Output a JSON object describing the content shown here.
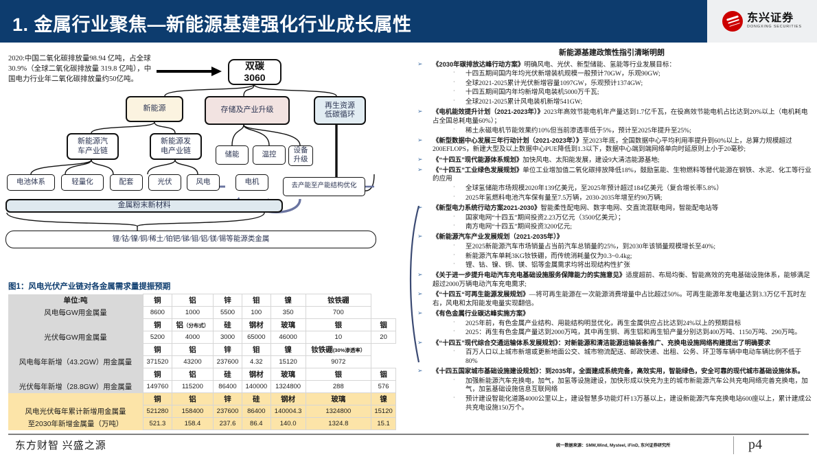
{
  "header": {
    "title": "1. 金属行业聚焦—新能源基建强化行业成长属性",
    "logo_cn": "东兴证券",
    "logo_en": "DONGXING SECURITIES"
  },
  "left": {
    "intro": "2020:中国二氧化碳排放量98.94 亿吨，占全球30.9%（全球二氧化碳排放量 319.8 亿吨），中国电力行业年二氧化碳排放量约50亿吨。",
    "diagram": {
      "root": "双碳\n3060",
      "root_line1": "双碳",
      "root_line2": "3060",
      "n_new_energy": "新能源",
      "n_storage": "存储及产业升级",
      "n_recycle": "再生资源\n低碳循环",
      "n_recycle_l1": "再生资源",
      "n_recycle_l2": "低碳循环",
      "n_ev_chain_l1": "新能源汽",
      "n_ev_chain_l2": "车产业链",
      "n_power_chain_l1": "新能源发",
      "n_power_chain_l2": "电产业链",
      "n_battery": "电池体系",
      "n_light": "轻量化",
      "n_support": "配套",
      "n_pv": "光伏",
      "n_wind": "风电",
      "n_motor": "电机",
      "n_estore": "储能",
      "n_temp": "温控",
      "n_equip_l1": "设备",
      "n_equip_l2": "升级",
      "n_capacity": "去产能至产能结构优化",
      "n_powder": "金属粉末新材料",
      "n_metals": "锂/钴/镍/铜/稀土/铂钯/锑/钼/铝/镁/锡等能源类金属"
    }
  },
  "table": {
    "caption": "图1：风电光伏产业链对各金属需求量提振预期",
    "rows": [
      {
        "kind": "hdr",
        "label": "单位:吨",
        "cells": [
          "铜",
          "铝",
          "锌",
          "钼",
          "镍",
          "钕铁硼",
          ""
        ]
      },
      {
        "kind": "val",
        "label": "风电每GW用金属量",
        "cells": [
          "8600",
          "1000",
          "5500",
          "100",
          "350",
          "700",
          ""
        ]
      },
      {
        "kind": "hdr",
        "label": "",
        "cells": [
          "铜",
          "铝（分布式）",
          "硅",
          "钢材",
          "玻璃",
          "银",
          "铟"
        ]
      },
      {
        "kind": "val",
        "label": "光伏每GW用金属量",
        "cells": [
          "5200",
          "4000",
          "3000",
          "65000",
          "46000",
          "10",
          "20"
        ]
      },
      {
        "kind": "hdr",
        "label": "",
        "cells": [
          "铜",
          "铝",
          "锌",
          "钼",
          "镍",
          "钕铁硼(30%渗透率）",
          ""
        ]
      },
      {
        "kind": "val",
        "label": "风电每年新增（43.2GW）用金属量",
        "cells": [
          "371520",
          "43200",
          "237600",
          "4.32",
          "15120",
          "9072",
          ""
        ]
      },
      {
        "kind": "hdr",
        "label": "",
        "cells": [
          "铜",
          "铝",
          "硅",
          "钢材",
          "玻璃",
          "银",
          "铟"
        ]
      },
      {
        "kind": "val",
        "label": "光伏每年新增（28.8GW）用金属量",
        "cells": [
          "149760",
          "115200",
          "86400",
          "140000",
          "1324800",
          "288",
          "576"
        ]
      },
      {
        "kind": "sumhdr",
        "label": "",
        "cells": [
          "铜",
          "铝",
          "锌",
          "硅",
          "钢材",
          "玻璃",
          "镍"
        ]
      },
      {
        "kind": "sum",
        "label": "风电光伏每年累计新增用金属量",
        "cells": [
          "521280",
          "158400",
          "237600",
          "86400",
          "140004.3",
          "1324800",
          "15120"
        ]
      },
      {
        "kind": "sum",
        "label": "至2030年新增金属量（万吨）",
        "cells": [
          "521.3",
          "158.4",
          "237.6",
          "86.4",
          "140.0",
          "1324.8",
          "15.1"
        ]
      }
    ]
  },
  "right": {
    "title": "新能源基建政策性指引清晰明朗",
    "items": [
      {
        "level": 1,
        "bold": "《2030年碳排放达峰行动方案》",
        "rest": "明确风电、光伏、新型储能、氢能等行业发展目标："
      },
      {
        "level": 2,
        "bold": "",
        "rest": "十四五期间国内年均光伏新增装机规模一般预计70GW，乐观90GW;"
      },
      {
        "level": 2,
        "bold": "",
        "rest": "全球2021-2025累计光伏新增容量1097GW，乐观预计1374GW;"
      },
      {
        "level": 2,
        "bold": "",
        "rest": "十四五期间国内年均新增风电装机5000万千瓦;"
      },
      {
        "level": 2,
        "bold": "",
        "rest": "全球2021-2025累计风电装机新增541GW;"
      },
      {
        "level": 1,
        "bold": "《电机能效提升计划（2021-2023年）》",
        "rest": "2023年高效节能电机年产量达到1.7亿千瓦，在役高效节能电机占比达到20%以上（电机耗电占全国总耗电量60%）；"
      },
      {
        "level": 2,
        "bold": "",
        "rest": "稀土永磁电机节能效果约10%但当前渗透率低于5%，预计至2025年提升至25%;"
      },
      {
        "level": 1,
        "bold": "《新型数据中心发展三年行动计划（2021-2023年）》",
        "rest": "至2023年底，全国数据中心平均利用率提升到60%以上，总算力规模超过200EFLOPS，新建大型及以上数据中心PUE降低到1.3以下，数据中心端到端网络单向时延原则上小于20毫秒;"
      },
      {
        "level": 1,
        "bold": "《“十四五”现代能源体系规划》",
        "rest": "加快风电、太阳能发展，建设9大清洁能源基地;"
      },
      {
        "level": 1,
        "bold": "《“十四五”工业绿色发展规划》",
        "rest": "单位工业增加值二氧化碳排放降低18%，鼓励氢能、生物燃料等替代能源在钢铁、水泥、化工等行业的应用"
      },
      {
        "level": 2,
        "bold": "",
        "rest": "全球氢储能市场规模2020年139亿美元，至2025年预计超过184亿美元（复合增长率5.8%）"
      },
      {
        "level": 2,
        "bold": "",
        "rest": "2025年氢燃料电池汽车保有量至7.5万辆，2030-2035年增至约90万辆;"
      },
      {
        "level": 1,
        "bold": "《新型电力系统行动方案2021-2030》",
        "rest": "智能柔性配电网、数字电网、交直流混联电网，智能配电站等"
      },
      {
        "level": 2,
        "bold": "",
        "rest": "国家电网“十四五”期间投资2.23万亿元（3500亿美元）；"
      },
      {
        "level": 2,
        "bold": "",
        "rest": "南方电网“十四五”期间投资3200亿元;"
      },
      {
        "level": 1,
        "bold": "《新能源汽车产业发展规划（2021-2035年）》",
        "rest": ""
      },
      {
        "level": 2,
        "bold": "",
        "rest": "至2025新能源汽车市场销量占当前汽车总销量的25%，到2030年该销量规模增长至40%;"
      },
      {
        "level": 2,
        "bold": "",
        "rest": "新能源汽车单耗3KG钕铁硼，而传统消耗量仅为0.3~0.4kg;"
      },
      {
        "level": 2,
        "bold": "",
        "rest": "锂、钴、镍、铜、镁、铝等金属需求均将出现结构性扩张"
      },
      {
        "level": 1,
        "bold": "《关于进一步提升电动汽车充电基础设施服务保障能力的实施意见》",
        "rest": "适度超前、布局均衡、智能高效的充电基础设施体系，能够满足超过2000万辆电动汽车充电需求;"
      },
      {
        "level": 1,
        "bold": "《“十四五“可再生能源发展规划》",
        "rest": "—将可再生能源在一次能源消费增量中占比超过50%。可再生能源年发电量达到3.3万亿千瓦时左右，风电和太阳能发电量实现翻倍。"
      },
      {
        "level": 1,
        "bold": "《有色金属行业碳达峰实施方案》",
        "rest": ""
      },
      {
        "level": 2,
        "bold": "",
        "rest": "2025年前，有色金属产业结构、用能结构明显优化，再生金属供应占比达到24%以上的预期目标"
      },
      {
        "level": 2,
        "bold": "",
        "rest": "2025：再生有色金属产量达到2000万吨，其中再生铜、再生铝和再生铅产量分别达到400万吨、1150万吨、290万吨。"
      },
      {
        "level": 1,
        "bold": "《“十四五”现代综合交通运输体系发展规划》：对新能源和清洁能源运输装备推广、充换电设施网络构建提出了明确要求",
        "rest": ""
      },
      {
        "level": 2,
        "bold": "",
        "rest": "百万人口以上城市新增或更新地面公交、城市物流配送、邮政快递、出租、公务、环卫等车辆中电动车辆比例不低于80%"
      },
      {
        "level": 1,
        "bold": "《十四五国家城市基础设施建设规划》：到2035年，全面建成系统完备，高效实用，智能绿色，安全可靠的现代城市基础设施体系。",
        "rest": ""
      },
      {
        "level": 2,
        "bold": "",
        "rest": "加强新能源汽车充换电，加气，加氢等设施建设，加快形成以快充为主的城市新能源汽车公共充电网络完善充换电，加气，加氢基础设施信息互联网络"
      },
      {
        "level": 2,
        "bold": "",
        "rest": "预计建设智能化道路4000公里以上，建设智慧多功能灯杆13万基以上，建设新能源汽车充换电站600座以上，累计建成公共充电设施150万个。"
      }
    ]
  },
  "footer": {
    "slogan": "东方财智 兴盛之源",
    "source": "统一数据来源：SMM,Wind, Mysteel, iFinD, 东兴证券研究所",
    "page": "p4"
  }
}
